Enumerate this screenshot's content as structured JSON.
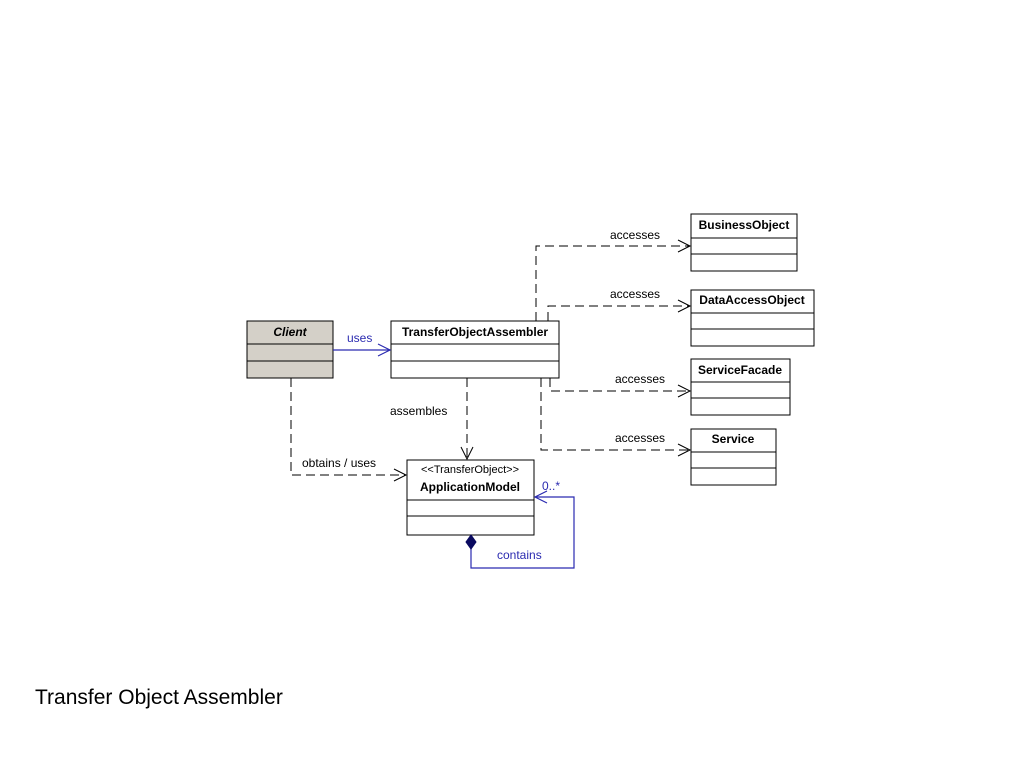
{
  "slide": {
    "caption": "Transfer Object Assembler"
  },
  "diagram": {
    "classes": {
      "client": "Client",
      "assembler": "TransferObjectAssembler",
      "model_stereotype": "<<TransferObject>>",
      "model": "ApplicationModel",
      "business_object": "BusinessObject",
      "data_access_object": "DataAccessObject",
      "service_facade": "ServiceFacade",
      "service": "Service"
    },
    "relations": {
      "uses": "uses",
      "accesses_business": "accesses",
      "accesses_dao": "accesses",
      "accesses_facade": "accesses",
      "accesses_service": "accesses",
      "assembles": "assembles",
      "obtains_uses": "obtains / uses",
      "contains": "contains",
      "multiplicity": "0..*"
    }
  },
  "colors": {
    "client_fill": "#d4d0c8",
    "association_blue": "#2a2ab0",
    "line_black": "#000000"
  }
}
